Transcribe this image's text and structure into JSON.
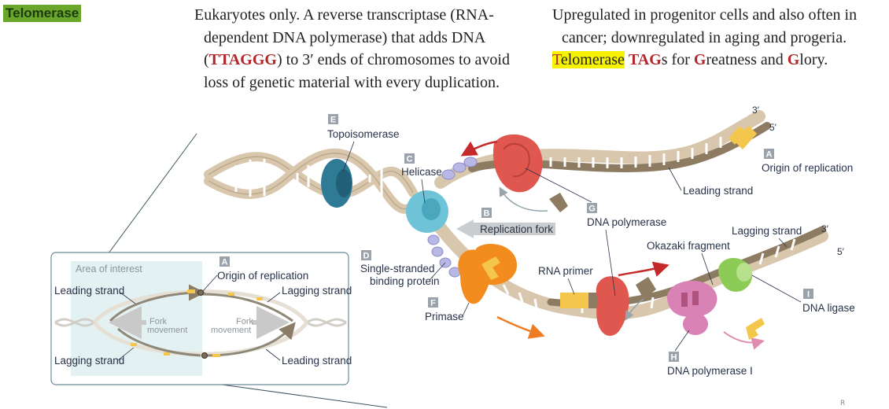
{
  "header": {
    "tag": "Telomerase",
    "col1": {
      "line1": "Eukaryotes only. A reverse transcriptase (RNA-",
      "line2": "dependent DNA polymerase) that adds DNA",
      "line3_open": "(",
      "line3_seq": "TTAGGG",
      "line3_rest": ") to 3′ ends of chromosomes to avoid",
      "line4": "loss of genetic material with every duplication."
    },
    "col2": {
      "line1": "Upregulated in progenitor cells and also often in",
      "line2": "cancer; downregulated in aging and progeria.",
      "m_tel_first": "T",
      "m_tel_rest": "elomerase",
      "m_tag_first": "TAG",
      "m_tag_rest": "s for ",
      "m_g1": "G",
      "m_reatness": "reatness and ",
      "m_g2": "G",
      "m_lory": "lory."
    }
  },
  "diagram": {
    "labels": {
      "E": {
        "badge": "E",
        "text": "Topoisomerase"
      },
      "C": {
        "badge": "C",
        "text": "Helicase"
      },
      "B": {
        "badge": "B",
        "text": "Replication fork"
      },
      "D": {
        "badge": "D",
        "text1": "Single-stranded",
        "text2": "binding protein"
      },
      "F": {
        "badge": "F",
        "text": "Primase"
      },
      "G": {
        "badge": "G",
        "text": "DNA polymerase"
      },
      "A": {
        "badge": "A",
        "text": "Origin of replication"
      },
      "leading": "Leading strand",
      "lagging": "Lagging strand",
      "okazaki": "Okazaki fragment",
      "rna_primer": "RNA primer",
      "I": {
        "badge": "I",
        "text": "DNA ligase"
      },
      "H": {
        "badge": "H",
        "text": "DNA polymerase I"
      },
      "end3_top": "3′",
      "end5_top": "5′",
      "end3_mid": "3′",
      "end5_mid": "5′"
    },
    "inset": {
      "area": "Area of interest",
      "badge": "A",
      "origin": "Origin of replication",
      "leading_tl": "Leading strand",
      "lagging_tr": "Lagging strand",
      "lagging_bl": "Lagging strand",
      "leading_br": "Leading strand",
      "fork1a": "Fork",
      "fork1b": "movement",
      "fork2a": "Fork",
      "fork2b": "movement"
    }
  },
  "watermark": "R",
  "colors": {
    "badge": "#9aa3ab",
    "backbone": "#d9c7ad",
    "new_strand": "#8d7b62",
    "primer": "#f4c64b",
    "topoisomerase": "#2f7a95",
    "helicase": "#6fc3d6",
    "ssb": "#b8b8e6",
    "dna_polymerase": "#e0574f",
    "primase": "#f28c1e",
    "dna_pol_1": "#d982b6",
    "ligase": "#8ccb56",
    "inset_bg": "#e3f1f2"
  }
}
